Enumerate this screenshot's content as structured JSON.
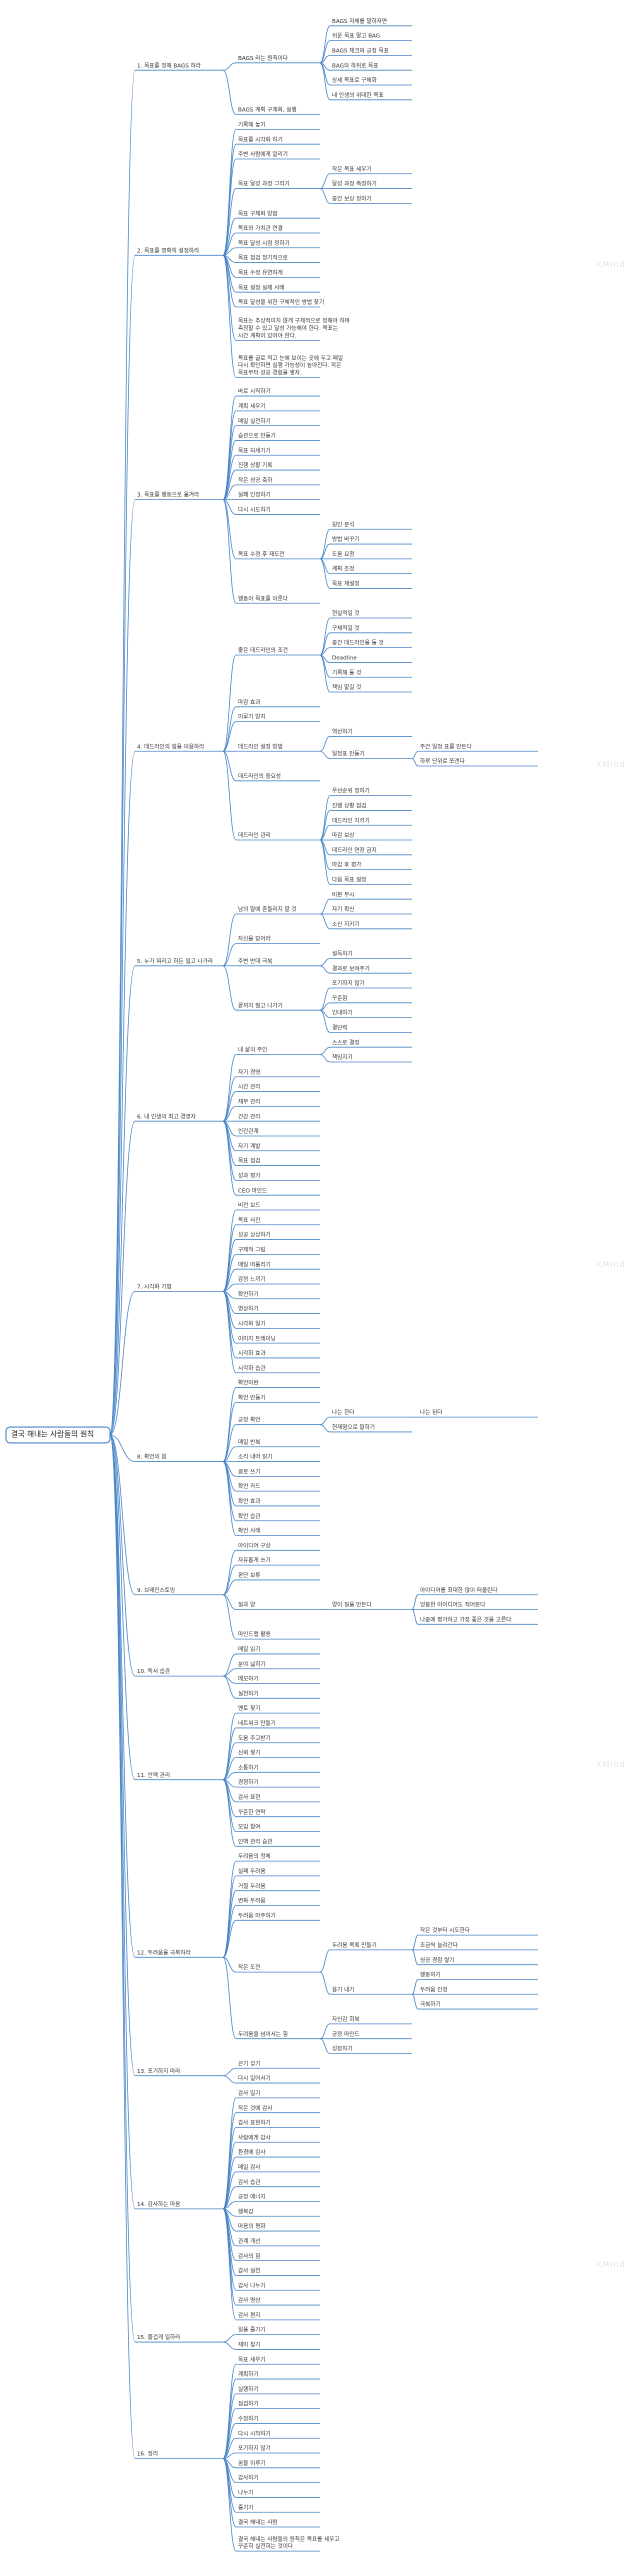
{
  "watermark": "XMind",
  "tree": {
    "t": "결국 해내는 사람들의 원칙",
    "c": [
      {
        "t": "1. 목표를 정해 BAGS 하라",
        "c": [
          {
            "t": "BAGS 라는 원칙이다",
            "c": [
              {
                "t": "BAGS 자체를 말하자면"
              },
              {
                "t": "쉬운 목표 말고 BAG"
              },
              {
                "t": "BAGS 체크와 긍정 목표"
              },
              {
                "t": "BAG의 하위로 목표"
              },
              {
                "t": "상세 목표로 구체화"
              },
              {
                "t": "내 인생의 위대한 목표"
              }
            ]
          },
          {
            "t": "BAGS 계획 구체화, 실행"
          }
        ]
      },
      {
        "t": "2. 목표를 명확히 설정하라",
        "c": [
          {
            "t": "기록해 놓기"
          },
          {
            "t": "목표를 시각화 하기"
          },
          {
            "t": "주변 사람에게 알리기"
          },
          {
            "t": "목표 달성 과정 그리기",
            "c": [
              {
                "t": "작은 목표 세우기"
              },
              {
                "t": "달성 과정 측정하기"
              },
              {
                "t": "중간 보상 정하기"
              }
            ]
          },
          {
            "t": "목표 구체화 방법"
          },
          {
            "t": "목표와 가치관 연결"
          },
          {
            "t": "목표 달성 시점 정하기"
          },
          {
            "t": "목표 점검 정기적으로"
          },
          {
            "t": "목표 수정 유연하게"
          },
          {
            "t": "목표 설정 실제 사례"
          },
          {
            "t": "목표 달성을 위한 구체적인 방법 찾기"
          },
          {
            "t": "목표는 추상적이지 않게 구체적으로 정해야 하며 측정할 수 있고 달성 가능해야 한다. 목표는 시간 계획이 있어야 한다."
          },
          {
            "t": "목표를 글로 적고 눈에 보이는 곳에 두고 매일 다시 확인하면 실행 가능성이 높아진다. 작은 목표부터 성공 경험을 쌓자."
          }
        ]
      },
      {
        "t": "3. 목표를 행동으로 옮겨라",
        "c": [
          {
            "t": "바로 시작하기"
          },
          {
            "t": "계획 세우기"
          },
          {
            "t": "매일 실천하기"
          },
          {
            "t": "습관으로 만들기"
          },
          {
            "t": "목표 되새기기"
          },
          {
            "t": "진행 상황 기록"
          },
          {
            "t": "작은 성공 축하"
          },
          {
            "t": "실패 인정하기"
          },
          {
            "t": "다시 시도하기"
          },
          {
            "t": "목표 수정 후 재도전",
            "c": [
              {
                "t": "원인 분석"
              },
              {
                "t": "방법 바꾸기"
              },
              {
                "t": "도움 요청"
              },
              {
                "t": "계획 조정"
              },
              {
                "t": "목표 재설정"
              }
            ]
          },
          {
            "t": "행동이 목표를 이룬다"
          }
        ]
      },
      {
        "t": "4. 데드라인의 힘을 이용하라",
        "c": [
          {
            "t": "좋은 데드라인의 조건",
            "c": [
              {
                "t": "현실적일 것"
              },
              {
                "t": "구체적일 것"
              },
              {
                "t": "중간 데드라인을 둘 것"
              },
              {
                "t": "Deadline"
              },
              {
                "t": "기록해 둘 것"
              },
              {
                "t": "책임 맡길 것"
              }
            ]
          },
          {
            "t": "마감 효과"
          },
          {
            "t": "미루기 방지"
          },
          {
            "t": "데드라인 설정 방법",
            "c": [
              {
                "t": "역산하기"
              },
              {
                "t": "일정표 만들기",
                "c": [
                  {
                    "t": "주간 일정 표를 만든다"
                  },
                  {
                    "t": "하루 단위로 쪼갠다"
                  }
                ]
              }
            ]
          },
          {
            "t": "데드라인의 중요성"
          },
          {
            "t": "데드라인 관리",
            "c": [
              {
                "t": "우선순위 정하기"
              },
              {
                "t": "진행 상황 점검"
              },
              {
                "t": "데드라인 지키기"
              },
              {
                "t": "마감 보상"
              },
              {
                "t": "데드라인 연장 금지"
              },
              {
                "t": "마감 후 평가"
              },
              {
                "t": "다음 목표 설정"
              }
            ]
          }
        ]
      },
      {
        "t": "5. 누가 뭐라고 하든 밀고 나가라",
        "c": [
          {
            "t": "남의 말에 흔들리지 말 것",
            "c": [
              {
                "t": "비판 무시"
              },
              {
                "t": "자기 확신"
              },
              {
                "t": "소신 지키기"
              }
            ]
          },
          {
            "t": "자신을 믿어라"
          },
          {
            "t": "주변 반대 극복",
            "c": [
              {
                "t": "설득하기"
              },
              {
                "t": "결과로 보여주기"
              }
            ]
          },
          {
            "t": "끝까지 밀고 나가기",
            "c": [
              {
                "t": "포기하지 않기"
              },
              {
                "t": "꾸준함"
              },
              {
                "t": "인내하기"
              },
              {
                "t": "결단력"
              }
            ]
          }
        ]
      },
      {
        "t": "6. 내 인생의 최고 경영자",
        "c": [
          {
            "t": "내 삶의 주인",
            "c": [
              {
                "t": "스스로 결정"
              },
              {
                "t": "책임지기"
              }
            ]
          },
          {
            "t": "자기 경영"
          },
          {
            "t": "시간 관리"
          },
          {
            "t": "재무 관리"
          },
          {
            "t": "건강 관리"
          },
          {
            "t": "인간관계"
          },
          {
            "t": "자기 계발"
          },
          {
            "t": "목표 점검"
          },
          {
            "t": "성과 평가"
          },
          {
            "t": "CEO 마인드"
          }
        ]
      },
      {
        "t": "7. 시각화 기법",
        "c": [
          {
            "t": "비전 보드"
          },
          {
            "t": "목표 사진"
          },
          {
            "t": "성공 상상하기"
          },
          {
            "t": "구체적 그림"
          },
          {
            "t": "매일 떠올리기"
          },
          {
            "t": "감정 느끼기"
          },
          {
            "t": "확언하기"
          },
          {
            "t": "명상하기"
          },
          {
            "t": "시각화 일기"
          },
          {
            "t": "이미지 트레이닝"
          },
          {
            "t": "시각화 효과"
          },
          {
            "t": "시각화 습관"
          }
        ]
      },
      {
        "t": "8. 확언의 힘",
        "c": [
          {
            "t": "확언이란"
          },
          {
            "t": "확언 만들기"
          },
          {
            "t": "긍정 확언",
            "c": [
              {
                "t": "나는 한다",
                "c": [
                  {
                    "t": "나는 된다"
                  }
                ]
              },
              {
                "t": "현재형으로 말하기"
              }
            ]
          },
          {
            "t": "매일 반복"
          },
          {
            "t": "소리 내어 읽기"
          },
          {
            "t": "글로 쓰기"
          },
          {
            "t": "확언 카드"
          },
          {
            "t": "확언 효과"
          },
          {
            "t": "확언 습관"
          },
          {
            "t": "확언 사례"
          }
        ]
      },
      {
        "t": "9. 브레인스토밍",
        "c": [
          {
            "t": "아이디어 구상"
          },
          {
            "t": "자유롭게 쓰기"
          },
          {
            "t": "판단 보류"
          },
          {
            "t": "질과 양",
            "c": [
              {
                "t": "양이 질을 만든다",
                "c": [
                  {
                    "t": "아이디어를 최대한 많이 떠올린다"
                  },
                  {
                    "t": "엉뚱한 아이디어도 적어둔다"
                  },
                  {
                    "t": "나중에 평가하고 가장 좋은 것을 고른다"
                  }
                ]
              }
            ]
          },
          {
            "t": "마인드맵 활용"
          }
        ]
      },
      {
        "t": "10. 독서 습관",
        "c": [
          {
            "t": "매일 읽기"
          },
          {
            "t": "분야 넓히기"
          },
          {
            "t": "메모하기"
          },
          {
            "t": "실천하기"
          }
        ]
      },
      {
        "t": "11. 인맥 관리",
        "c": [
          {
            "t": "멘토 찾기"
          },
          {
            "t": "네트워크 만들기"
          },
          {
            "t": "도움 주고받기"
          },
          {
            "t": "신뢰 쌓기"
          },
          {
            "t": "소통하기"
          },
          {
            "t": "경청하기"
          },
          {
            "t": "감사 표현"
          },
          {
            "t": "꾸준한 연락"
          },
          {
            "t": "모임 참여"
          },
          {
            "t": "인맥 관리 습관"
          }
        ]
      },
      {
        "t": "12. 두려움을 극복하라",
        "c": [
          {
            "t": "두려움의 정체"
          },
          {
            "t": "실패 두려움"
          },
          {
            "t": "거절 두려움"
          },
          {
            "t": "변화 두려움"
          },
          {
            "t": "두려움 마주하기"
          },
          {
            "t": "작은 도전",
            "c": [
              {
                "t": "두려움 목록 만들기",
                "c": [
                  {
                    "t": "작은 것부터 시도한다"
                  },
                  {
                    "t": "조금씩 늘려간다"
                  },
                  {
                    "t": "성공 경험 쌓기"
                  }
                ]
              },
              {
                "t": "용기 내기",
                "c": [
                  {
                    "t": "행동하기"
                  },
                  {
                    "t": "두려움 인정"
                  },
                  {
                    "t": "극복하기"
                  }
                ]
              }
            ]
          },
          {
            "t": "두려움을 넘어서는 힘",
            "c": [
              {
                "t": "자신감 회복"
              },
              {
                "t": "긍정 마인드"
              },
              {
                "t": "성장하기"
              }
            ]
          }
        ]
      },
      {
        "t": "13. 포기하지 마라",
        "c": [
          {
            "t": "끈기 갖기"
          },
          {
            "t": "다시 일어서기"
          }
        ]
      },
      {
        "t": "14. 감사하는 마음",
        "c": [
          {
            "t": "감사 일기"
          },
          {
            "t": "작은 것에 감사"
          },
          {
            "t": "감사 표현하기"
          },
          {
            "t": "사람에게 감사"
          },
          {
            "t": "환경에 감사"
          },
          {
            "t": "매일 감사"
          },
          {
            "t": "감사 습관"
          },
          {
            "t": "긍정 에너지"
          },
          {
            "t": "행복감"
          },
          {
            "t": "마음의 평화"
          },
          {
            "t": "관계 개선"
          },
          {
            "t": "감사의 힘"
          },
          {
            "t": "감사 실천"
          },
          {
            "t": "감사 나누기"
          },
          {
            "t": "감사 명상"
          },
          {
            "t": "감사 편지"
          }
        ]
      },
      {
        "t": "15. 즐겁게 일하라",
        "c": [
          {
            "t": "일을 즐기기"
          },
          {
            "t": "재미 찾기"
          }
        ]
      },
      {
        "t": "16. 정리",
        "c": [
          {
            "t": "목표 세우기"
          },
          {
            "t": "계획하기"
          },
          {
            "t": "실행하기"
          },
          {
            "t": "점검하기"
          },
          {
            "t": "수정하기"
          },
          {
            "t": "다시 시작하기"
          },
          {
            "t": "포기하지 않기"
          },
          {
            "t": "꿈을 이루기"
          },
          {
            "t": "감사하기"
          },
          {
            "t": "나누기"
          },
          {
            "t": "즐기기"
          },
          {
            "t": "결국 해내는 사람"
          },
          {
            "t": "결국 해내는 사람들의 원칙은 목표를 세우고 꾸준히 실천하는 것이다"
          }
        ]
      }
    ]
  }
}
